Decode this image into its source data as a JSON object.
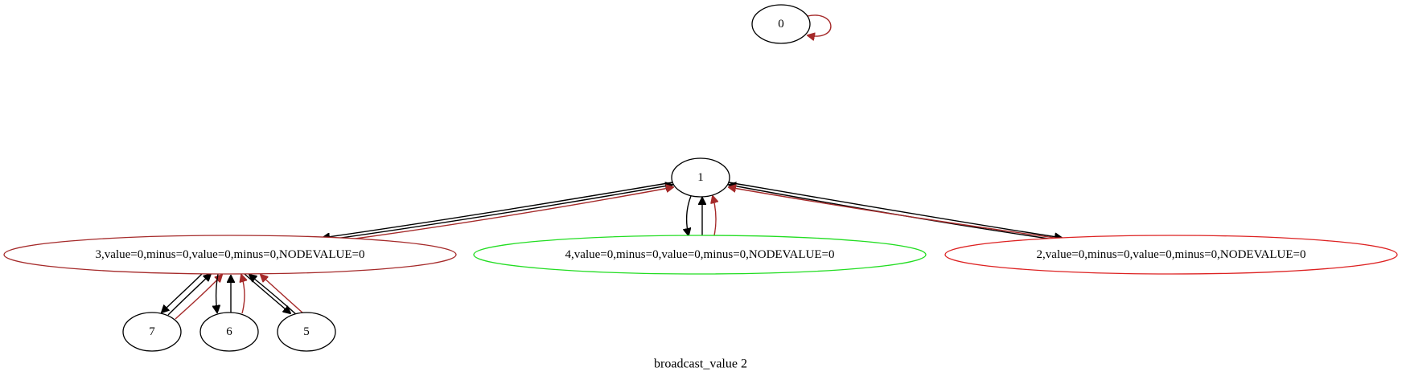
{
  "graph": {
    "caption": "broadcast_value 2",
    "colors": {
      "black": "#000000",
      "brown": "#a52a2a",
      "red": "#dd2222",
      "green": "#22dd22"
    },
    "nodes": [
      {
        "id": "n0",
        "label": "0",
        "border": "black"
      },
      {
        "id": "n1",
        "label": "1",
        "border": "black"
      },
      {
        "id": "n3",
        "label": "3,value=0,minus=0,value=0,minus=0,NODEVALUE=0",
        "border": "brown"
      },
      {
        "id": "n4",
        "label": "4,value=0,minus=0,value=0,minus=0,NODEVALUE=0",
        "border": "green"
      },
      {
        "id": "n2",
        "label": "2,value=0,minus=0,value=0,minus=0,NODEVALUE=0",
        "border": "red"
      },
      {
        "id": "n7",
        "label": "7",
        "border": "black"
      },
      {
        "id": "n6",
        "label": "6",
        "border": "black"
      },
      {
        "id": "n5",
        "label": "5",
        "border": "black"
      }
    ],
    "edges": [
      {
        "from": "0",
        "to": "0",
        "color": "brown"
      },
      {
        "from": "1",
        "to": "3",
        "color": "black"
      },
      {
        "from": "3",
        "to": "1",
        "color": "black"
      },
      {
        "from": "3",
        "to": "1",
        "color": "brown"
      },
      {
        "from": "1",
        "to": "4",
        "color": "black"
      },
      {
        "from": "4",
        "to": "1",
        "color": "black"
      },
      {
        "from": "4",
        "to": "1",
        "color": "brown"
      },
      {
        "from": "1",
        "to": "2",
        "color": "black"
      },
      {
        "from": "2",
        "to": "1",
        "color": "black"
      },
      {
        "from": "2",
        "to": "1",
        "color": "brown"
      },
      {
        "from": "3",
        "to": "7",
        "color": "black"
      },
      {
        "from": "7",
        "to": "3",
        "color": "black"
      },
      {
        "from": "7",
        "to": "3",
        "color": "brown"
      },
      {
        "from": "3",
        "to": "6",
        "color": "black"
      },
      {
        "from": "6",
        "to": "3",
        "color": "black"
      },
      {
        "from": "6",
        "to": "3",
        "color": "brown"
      },
      {
        "from": "3",
        "to": "5",
        "color": "black"
      },
      {
        "from": "5",
        "to": "3",
        "color": "black"
      },
      {
        "from": "5",
        "to": "3",
        "color": "brown"
      }
    ]
  }
}
